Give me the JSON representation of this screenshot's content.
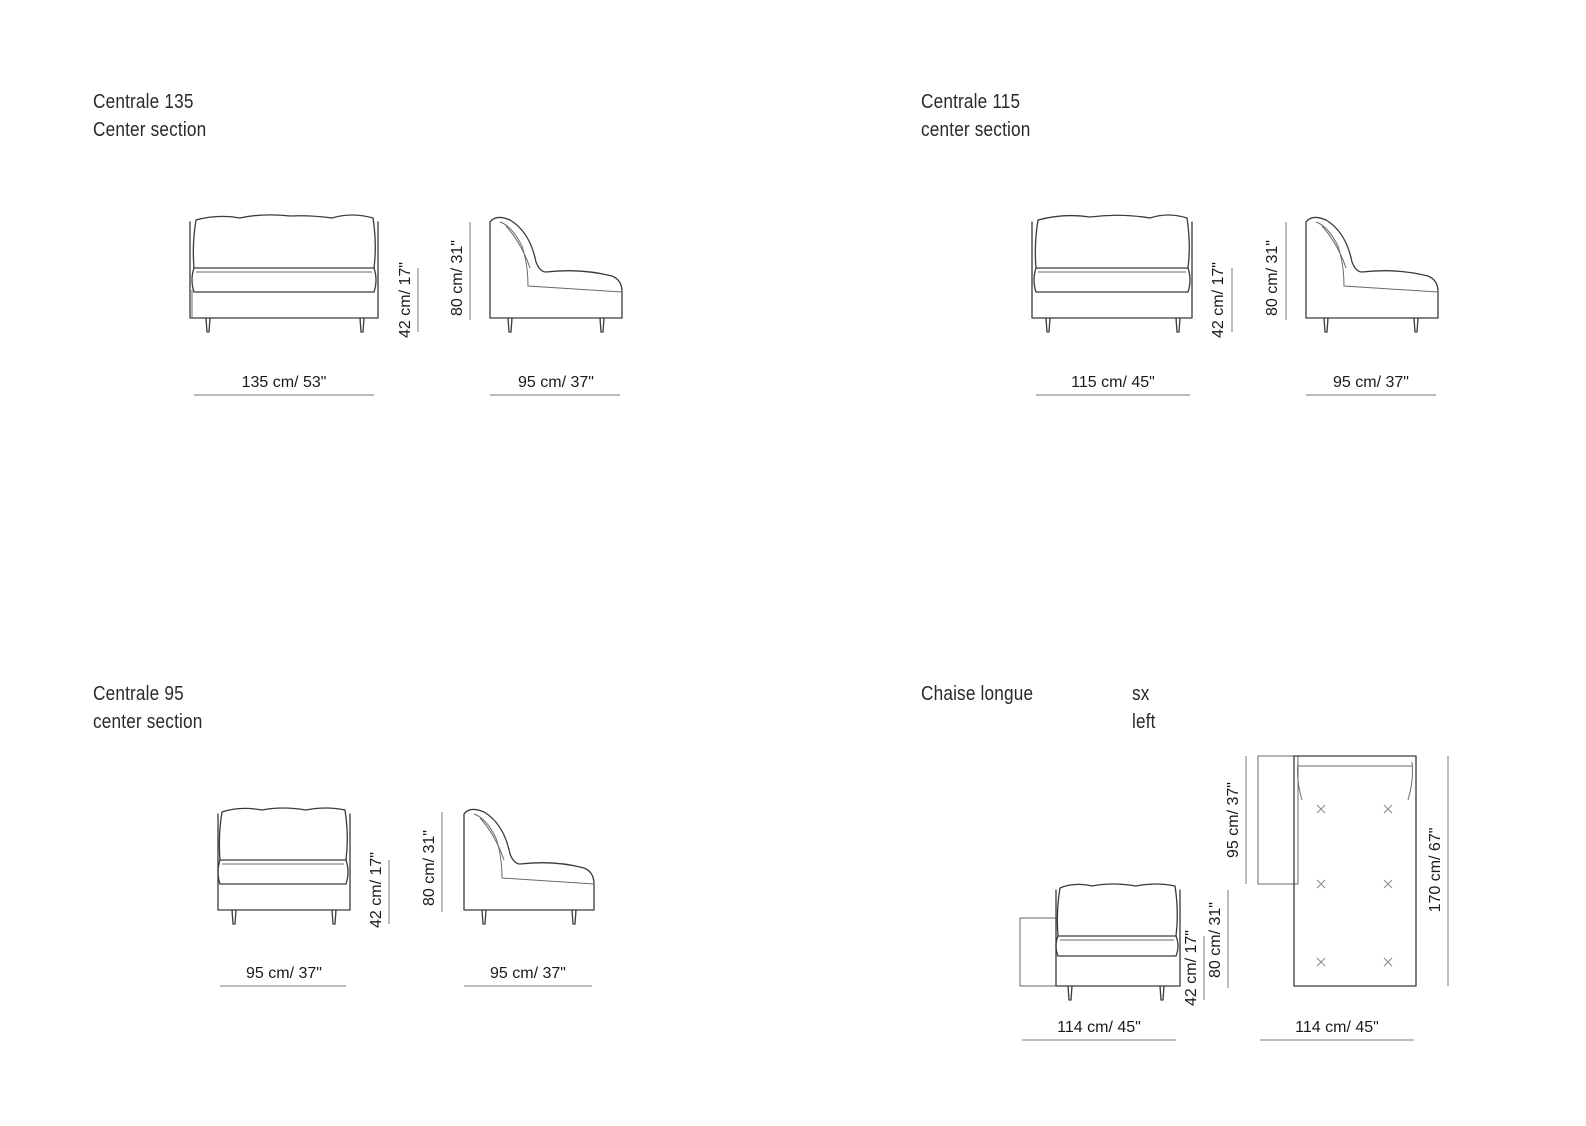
{
  "modules": {
    "centrale_135": {
      "name": "Centrale 135",
      "subtitle": "Center section",
      "width": "135 cm/ 53\"",
      "seat_height": "42 cm/ 17\"",
      "height": "80 cm/ 31\"",
      "depth": "95 cm/ 37\""
    },
    "centrale_115": {
      "name": "Centrale 115",
      "subtitle": "center section",
      "width": "115 cm/ 45\"",
      "seat_height": "42 cm/ 17\"",
      "height": "80 cm/ 31\"",
      "depth": "95 cm/ 37\""
    },
    "centrale_95": {
      "name": "Centrale 95",
      "subtitle": "center section",
      "width": "95 cm/ 37\"",
      "seat_height": "42 cm/ 17\"",
      "height": "80 cm/ 31\"",
      "depth": "95 cm/ 37\""
    },
    "chaise_longue": {
      "name": "Chaise longue",
      "side": "sx",
      "side_en": "left",
      "front_width": "114 cm/ 45\"",
      "seat_height": "42 cm/ 17\"",
      "height": "80 cm/ 31\"",
      "plan_width": "114 cm/ 45\"",
      "back_depth": "95 cm/ 37\"",
      "length": "170 cm/ 67\""
    }
  }
}
